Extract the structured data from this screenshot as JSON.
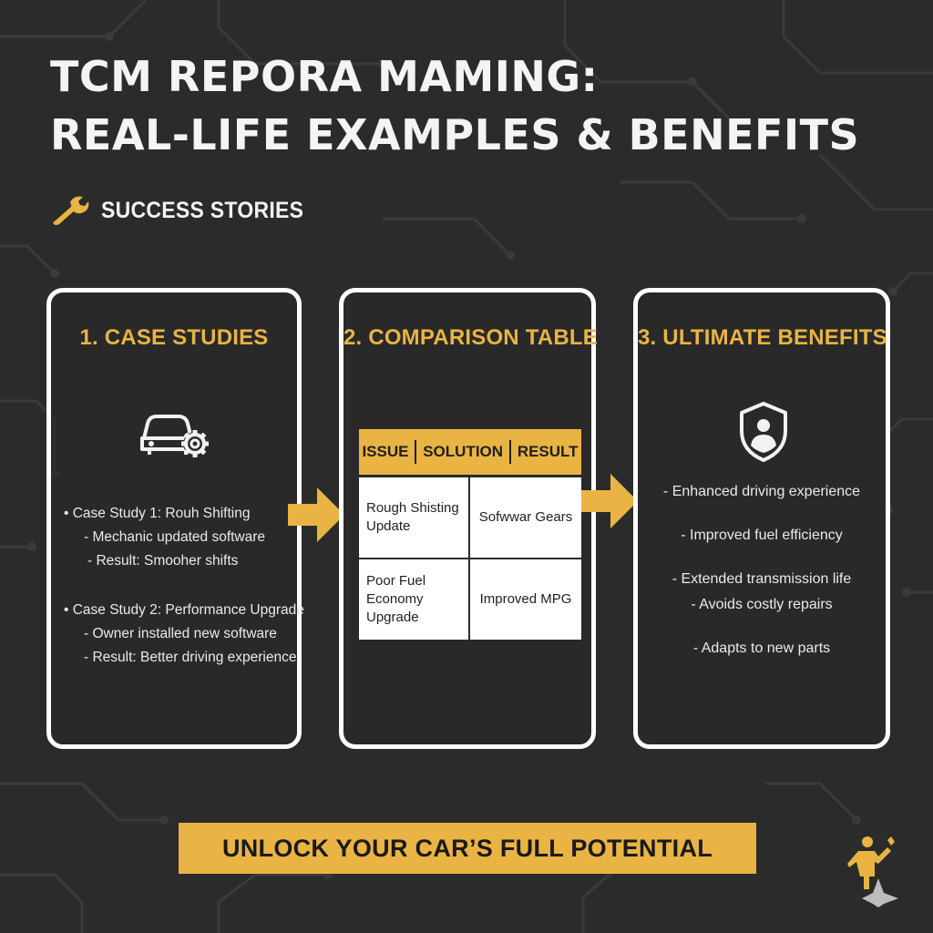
{
  "title": {
    "line1": "TCM REPORA MAMING:",
    "line2": "REAL-LIFE EXAMPLES & BENEFITS"
  },
  "subtitle": {
    "label": "SUCCESS STORIES",
    "icon": "wrench-icon"
  },
  "panels": {
    "case_studies": {
      "title": "1. CASE STUDIES",
      "icon": "car-gear-icon",
      "lines": [
        "• Case Study 1: Rouh Shifting",
        "- Mechanic updated software",
        "- Result: Smooher shifts",
        "• Case Study 2: Performance Upgrade",
        "- Owner installed new software",
        "- Result: Better driving experience"
      ]
    },
    "comparison": {
      "title": "2. COMPARISON TABLE",
      "headers": [
        "ISSUE",
        "SOLUTION",
        "RESULT"
      ],
      "rows": [
        [
          "Rough Shisting Update",
          "Sofwwar Gears"
        ],
        [
          "Poor Fuel Economy Upgrade",
          "Improved MPG"
        ]
      ]
    },
    "benefits": {
      "title": "3. ULTIMATE BENEFITS",
      "icon": "shield-user-icon",
      "items": [
        "- Enhanced driving experience",
        "- Improved fuel efficiency",
        "- Extended transmission life",
        "- Avoids costly repairs",
        "- Adapts to new parts"
      ]
    }
  },
  "cta": {
    "label": "UNLOCK YOUR CAR’S FULL POTENTIAL"
  },
  "colors": {
    "background": "#2b2b2b",
    "accent": "#e9b443",
    "text": "#f2f2f2",
    "panel_border": "#ffffff"
  }
}
